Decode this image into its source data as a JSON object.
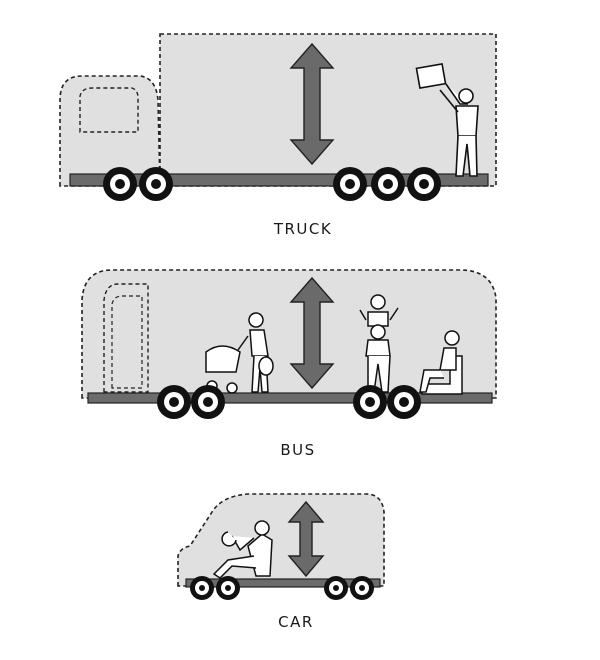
{
  "vehicles": [
    {
      "id": "truck",
      "label": "TRUCK"
    },
    {
      "id": "bus",
      "label": "BUS"
    },
    {
      "id": "car",
      "label": "CAR"
    }
  ],
  "colors": {
    "fill": "#e0e0e0",
    "outline": "#222222",
    "arrow": "#6a6a6a",
    "chassis": "#6b6b6b",
    "figure": "#ffffff"
  }
}
